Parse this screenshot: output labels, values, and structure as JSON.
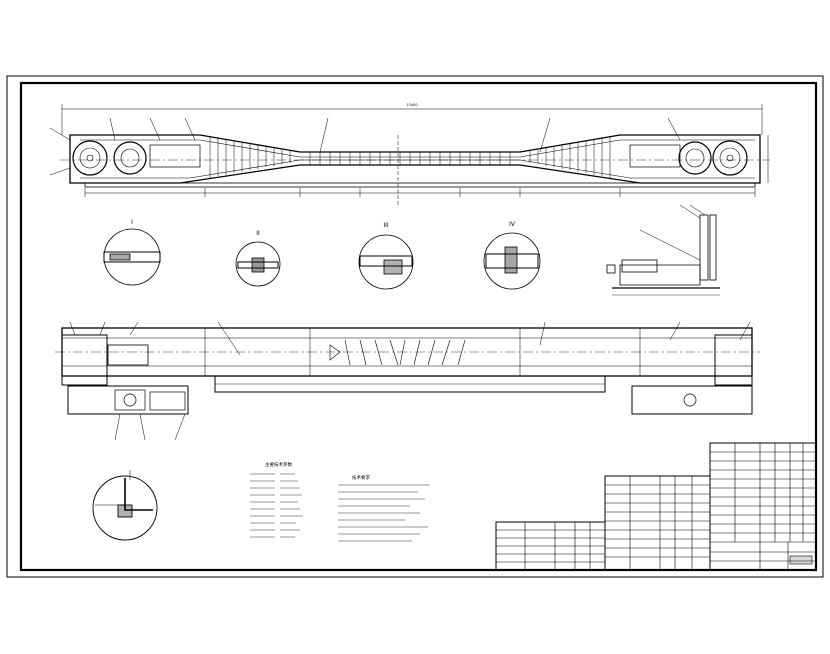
{
  "drawing": {
    "title": "",
    "overall_length_label": "15400",
    "section_marks": [
      "I",
      "II",
      "III",
      "IV"
    ],
    "note_headings": [
      "主要技术参数",
      "技术要求"
    ],
    "title_block_number": "",
    "colors": {
      "line": "#000000",
      "paper": "#ffffff"
    }
  }
}
